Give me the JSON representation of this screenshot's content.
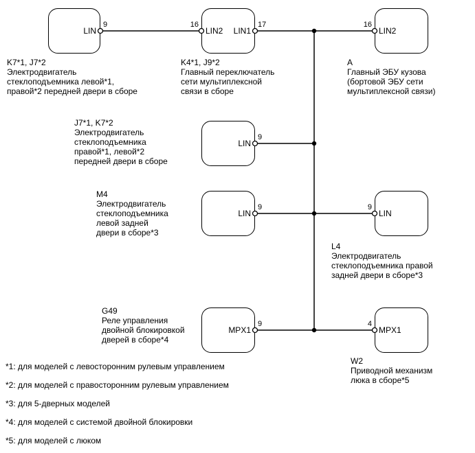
{
  "diagram": {
    "boxes": [
      {
        "ports": {
          "right": "LIN"
        }
      },
      {
        "ports": {
          "left": "LIN2",
          "right": "LIN1"
        }
      },
      {
        "ports": {
          "left": "LIN2"
        }
      },
      {
        "ports": {
          "right": "LIN"
        }
      },
      {
        "ports": {
          "right": "LIN"
        }
      },
      {
        "ports": {
          "left": "LIN"
        }
      },
      {
        "ports": {
          "right": "MPX1"
        }
      },
      {
        "ports": {
          "left": "MPX1"
        }
      }
    ],
    "pins": [
      "9",
      "16",
      "17",
      "16",
      "9",
      "9",
      "9",
      "9",
      "4"
    ],
    "labels": [
      {
        "code": "K7*1, J7*2",
        "desc": "Электродвигатель\nстеклоподъемника левой*1,\nправой*2 передней двери в сборе"
      },
      {
        "code": "K4*1, J9*2",
        "desc": "Главный переключатель\nсети мультиплексной\nсвязи в сборе"
      },
      {
        "code": "A",
        "desc": "Главный ЭБУ кузова\n(бортовой ЭБУ сети\nмультиплексной связи)"
      },
      {
        "code": "J7*1, K7*2",
        "desc": "Электродвигатель\nстеклоподъемника\nправой*1, левой*2\nпередней двери в сборе"
      },
      {
        "code": "M4",
        "desc": "Электродвигатель\nстеклоподъемника\nлевой задней\nдвери в сборе*3"
      },
      {
        "code": "L4",
        "desc": "Электродвигатель\nстеклоподъемника правой\nзадней двери в сборе*3"
      },
      {
        "code": "G49",
        "desc": "Реле управления\nдвойной блокировкой\nдверей в сборе*4"
      },
      {
        "code": "W2",
        "desc": "Приводной механизм\nлюка в сборе*5"
      }
    ],
    "footnotes": [
      "*1: для моделей с левосторонним рулевым управлением",
      "*2: для моделей с правосторонним рулевым управлением",
      "*3: для 5-дверных моделей",
      "*4: для моделей с системой двойной блокировки",
      "*5: для моделей с люком"
    ],
    "colors": {
      "line": "#000000",
      "background": "#ffffff"
    }
  }
}
